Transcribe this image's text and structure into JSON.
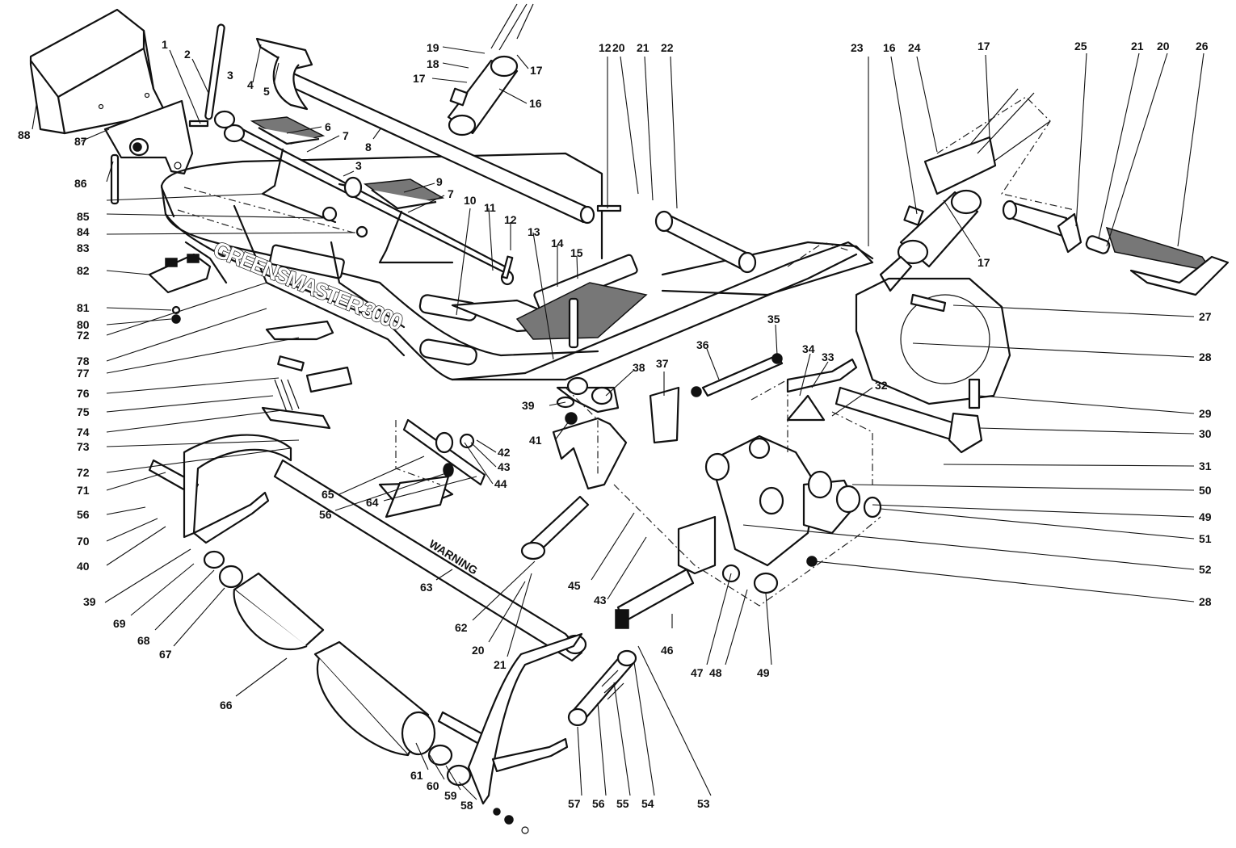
{
  "decals": {
    "brand": "GREENSMASTER 3000",
    "warning": "WARNING"
  },
  "callouts": [
    "1",
    "2",
    "3",
    "4",
    "5",
    "6",
    "7",
    "8",
    "3",
    "9",
    "7",
    "10",
    "11",
    "12",
    "13",
    "14",
    "15",
    "19",
    "18",
    "17",
    "17",
    "16",
    "12",
    "20",
    "21",
    "22",
    "23",
    "16",
    "24",
    "17",
    "17",
    "25",
    "21",
    "20",
    "26",
    "27",
    "28",
    "29",
    "30",
    "31",
    "50",
    "49",
    "51",
    "52",
    "28",
    "32",
    "33",
    "34",
    "35",
    "36",
    "37",
    "38",
    "39",
    "41",
    "42",
    "43",
    "44",
    "45",
    "43",
    "46",
    "47",
    "48",
    "49",
    "53",
    "54",
    "55",
    "56",
    "57",
    "58",
    "59",
    "60",
    "61",
    "62",
    "20",
    "21",
    "63",
    "64",
    "65",
    "56",
    "66",
    "67",
    "68",
    "69",
    "39",
    "40",
    "70",
    "56",
    "71",
    "72",
    "73",
    "74",
    "75",
    "76",
    "77",
    "78",
    "72",
    "80",
    "81",
    "82",
    "83",
    "84",
    "85",
    "86",
    "87",
    "88"
  ]
}
